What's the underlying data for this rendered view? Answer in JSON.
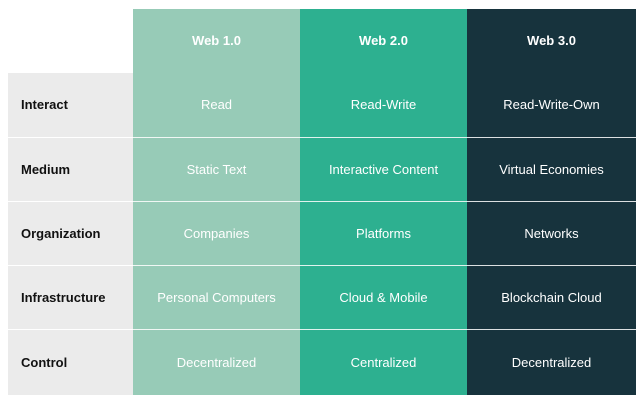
{
  "table": {
    "columns": [
      "Web 1.0",
      "Web 2.0",
      "Web 3.0"
    ],
    "colors": {
      "web1": "#97cbb7",
      "web2": "#2db090",
      "web3": "#17333d",
      "label_bg": "#ebebeb"
    },
    "rows": [
      {
        "label": "Interact",
        "values": [
          "Read",
          "Read-Write",
          "Read-Write-Own"
        ]
      },
      {
        "label": "Medium",
        "values": [
          "Static Text",
          "Interactive Content",
          "Virtual Economies"
        ]
      },
      {
        "label": "Organization",
        "values": [
          "Companies",
          "Platforms",
          "Networks"
        ]
      },
      {
        "label": "Infrastructure",
        "values": [
          "Personal Computers",
          "Cloud & Mobile",
          "Blockchain Cloud"
        ]
      },
      {
        "label": "Control",
        "values": [
          "Decentralized",
          "Centralized",
          "Decentralized"
        ]
      }
    ]
  }
}
